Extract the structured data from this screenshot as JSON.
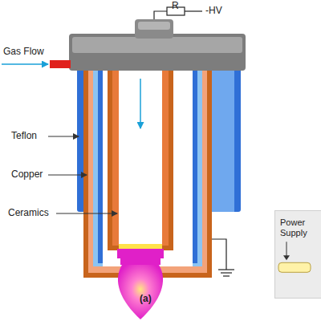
{
  "diagram": {
    "nodes": [
      {
        "text": [
          "Power Supply"
        ]
      }
    ],
    "labels": [
      "R",
      "-HV",
      "Gas Flow",
      "Teflon",
      "Copper",
      "Ceramics",
      "(a)"
    ]
  }
}
